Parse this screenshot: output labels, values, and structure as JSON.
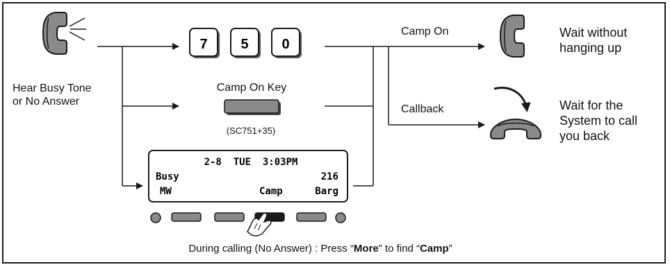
{
  "left": {
    "caption_line1": "Hear Busy Tone",
    "caption_line2": "or No Answer"
  },
  "digits": [
    "7",
    "5",
    "0"
  ],
  "camp_key": {
    "label": "Camp On Key",
    "code": "(SC751+35)"
  },
  "lcd": {
    "line1": "2-8  TUE  3:03PM",
    "line2_left": "Busy",
    "line2_right": "216",
    "soft_mw": "MW",
    "soft_camp": "Camp",
    "soft_barg": "Barg"
  },
  "branches": {
    "camp_on": "Camp On",
    "callback": "Callback"
  },
  "results": {
    "wait_line1": "Wait without",
    "wait_line2": "hanging up",
    "callback_line1": "Wait for the",
    "callback_line2": "System to call",
    "callback_line3": "you back"
  },
  "footer": {
    "prefix": "During calling (No Answer) : Press “",
    "more": "More",
    "middle": "” to find “",
    "camp": "Camp",
    "suffix": "”"
  },
  "colors": {
    "gray_key": "#8a8a8a",
    "dark_key": "#1a1a1a",
    "line": "#1a1a1a"
  },
  "icons": [
    "ringing-handset-icon",
    "handset-off-hook-icon",
    "handset-on-hook-icon",
    "finger-press-icon"
  ]
}
